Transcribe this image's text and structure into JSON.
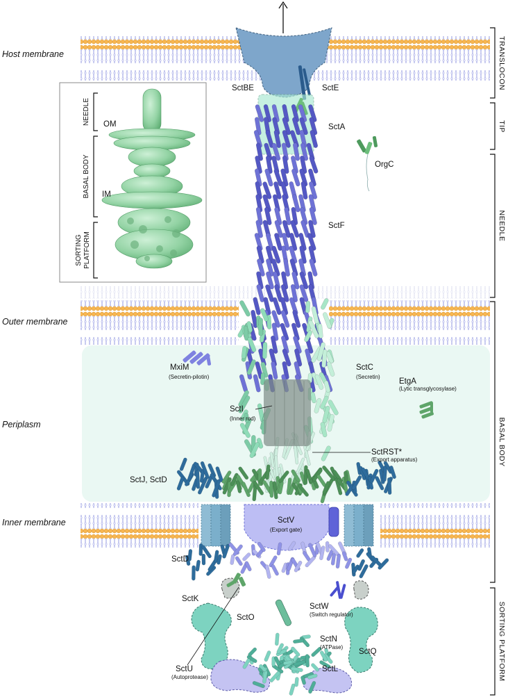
{
  "membranes": {
    "host": "Host membrane",
    "outer": "Outer membrane",
    "periplasm": "Periplasm",
    "inner": "Inner membrane"
  },
  "sections": {
    "translocon": "TRANSLOCON",
    "tip": "TIP",
    "needle": "NEEDLE",
    "basal_body": "BASAL BODY",
    "sorting_platform": "SORTING PLATFORM"
  },
  "inset": {
    "needle": "NEEDLE",
    "basal_body": "BASAL BODY",
    "sorting": "SORTING",
    "platform": "PLATFORM",
    "om": "OM",
    "im": "IM"
  },
  "proteins": {
    "sctbe": "SctBE",
    "scte": "SctE",
    "scta": "SctA",
    "orgc": "OrgC",
    "sctf": "SctF",
    "mxim": "MxiM",
    "mxim_sub": "(Secretin-pilotin)",
    "sctc": "SctC",
    "sctc_sub": "(Secretin)",
    "etga": "EtgA",
    "etga_sub": "(Lytic transglycosylase)",
    "scti": "SctI",
    "scti_sub": "(Inner rod)",
    "sctrst": "SctRST*",
    "sctrst_sub": "(Export apparatus)",
    "sctj_sctd": "SctJ, SctD",
    "sctv": "SctV",
    "sctv_sub": "(Export gate)",
    "sctd": "SctD",
    "sctk": "SctK",
    "sctw": "SctW",
    "sctw_sub": "(Switch regulator)",
    "scto": "SctO",
    "sctn": "SctN",
    "sctn_sub": "(ATPase)",
    "sctq": "SctQ",
    "sctu": "SctU",
    "sctu_sub": "(Autoprotease)",
    "sctl": "SctL"
  },
  "colors": {
    "lipid_head": "#F7B651",
    "lipid_tail": "#A4A9E6",
    "periplasm_fill": "#EAF8F3",
    "needle_blue": "#6E72D6",
    "secretin_green": "#8FDCB8",
    "ring_darkblue": "#2E6C9C",
    "ring_green": "#5FA56A",
    "translocon_blue": "#7EA6CB",
    "export_gate": "#BDBEF4",
    "sorting_teal": "#7DD3C0",
    "sorting_lilac": "#C4C3F2",
    "inner_rod_grey": "#8E9B96"
  },
  "icons": {
    "secretion_arrow": "up-arrow-icon"
  }
}
